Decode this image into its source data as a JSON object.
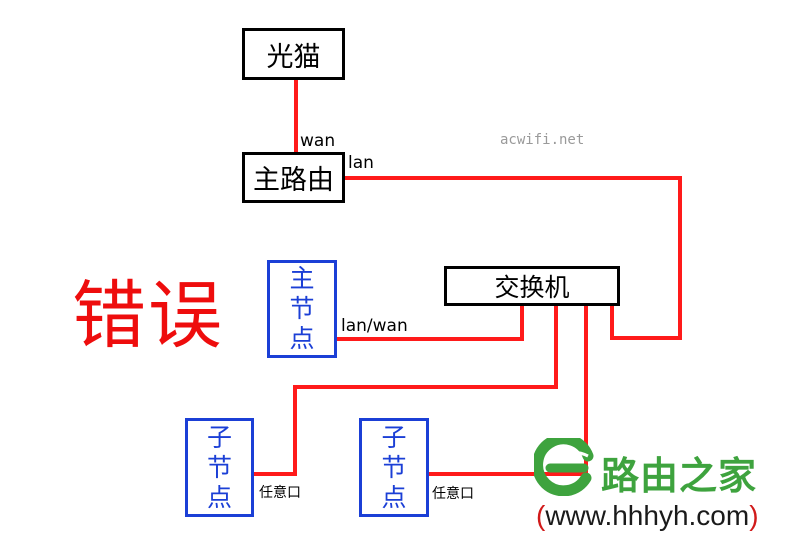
{
  "diagram": {
    "title": "错误",
    "watermark": "acwifi.net",
    "nodes": {
      "optical_modem": "光猫",
      "main_router": "主路由",
      "switch": "交换机",
      "main_node": [
        "主",
        "节",
        "点"
      ],
      "sub_node_1": [
        "子",
        "节",
        "点"
      ],
      "sub_node_2": [
        "子",
        "节",
        "点"
      ]
    },
    "port_labels": {
      "main_router_wan": "wan",
      "main_router_lan": "lan",
      "main_node_port": "lan/wan",
      "sub_node_1_port": "任意口",
      "sub_node_2_port": "任意口"
    },
    "colors": {
      "wire": "#ff1a1a",
      "node_border": "#000000",
      "mesh_border": "#1b3fd6",
      "title": "#ee0d0d"
    }
  },
  "logo": {
    "name": "路由之家",
    "url_open": "(",
    "url": "www.hhhyh.com",
    "url_close": ")",
    "icon": "green-e-swoosh-icon"
  }
}
